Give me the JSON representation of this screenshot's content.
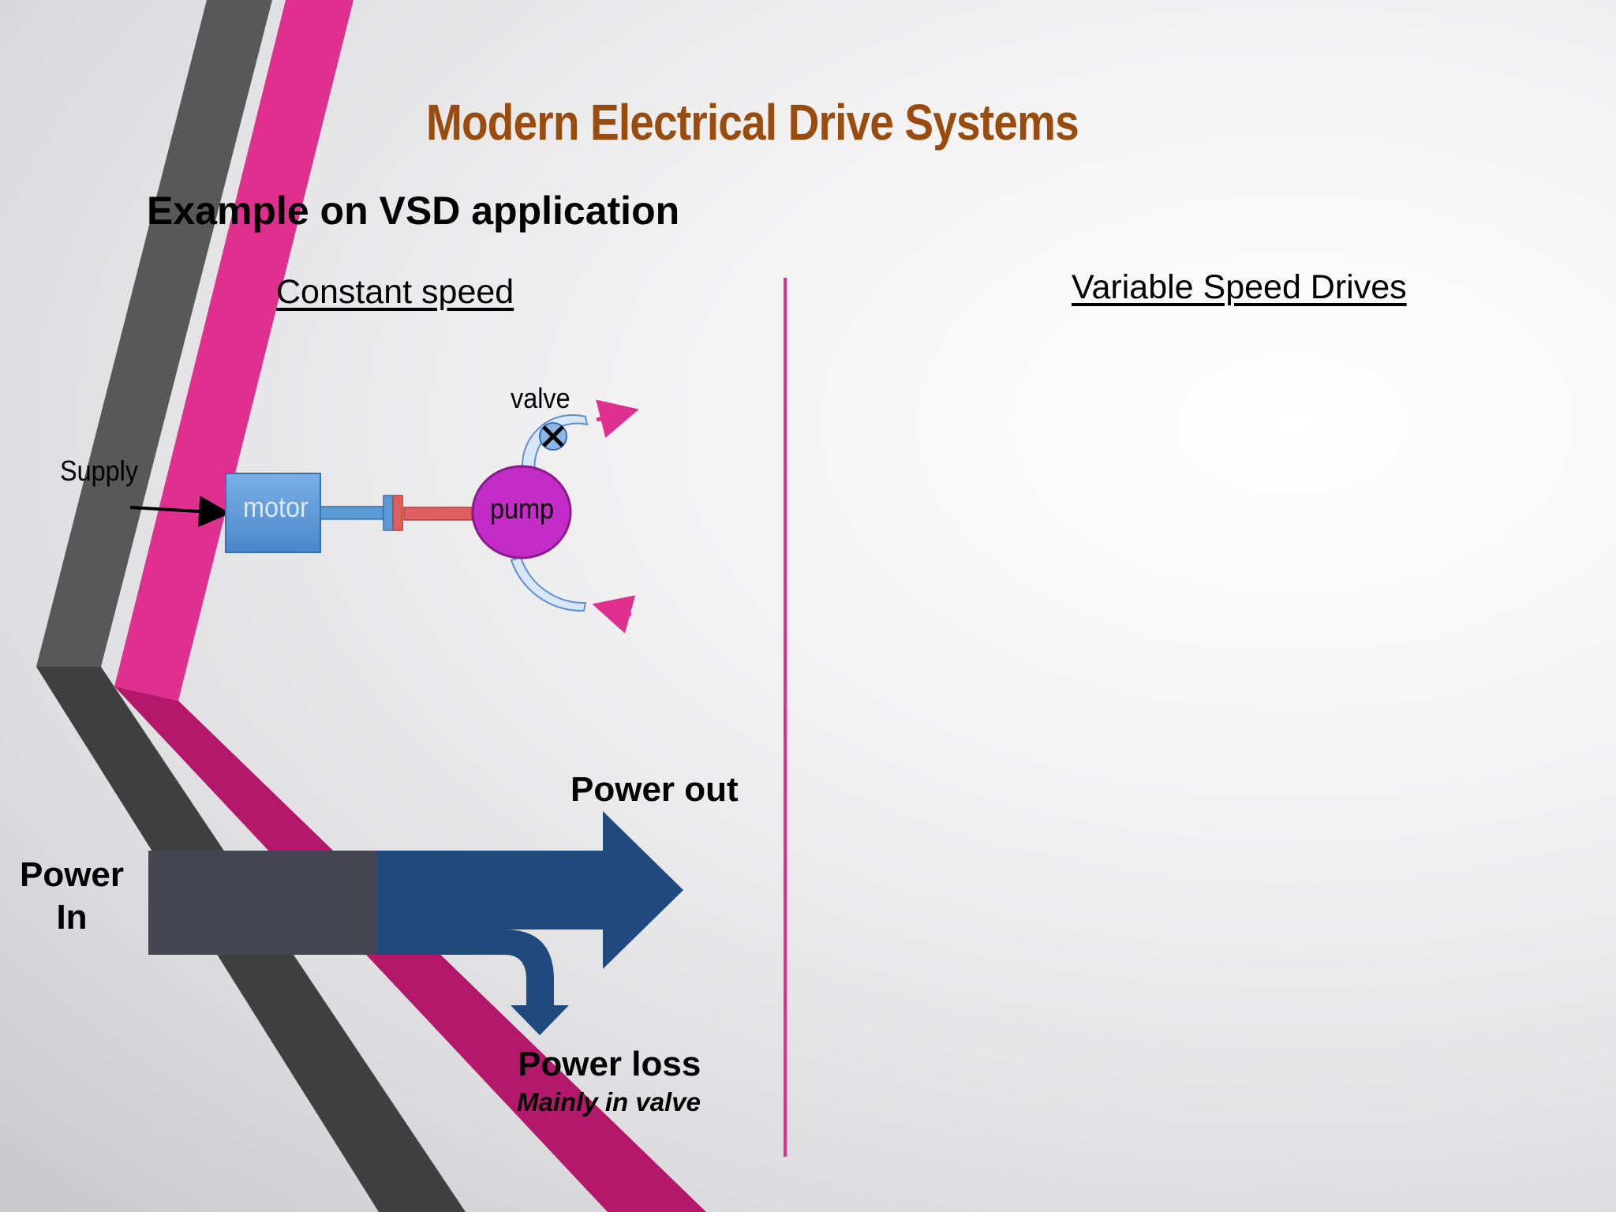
{
  "slide": {
    "title": "Modern Electrical Drive Systems",
    "subtitle": "Example on VSD application",
    "left_heading": "Constant speed",
    "right_heading": "Variable Speed Drives"
  },
  "diagram": {
    "supply_label": "Supply",
    "motor_label": "motor",
    "pump_label": "pump",
    "valve_label": "valve"
  },
  "power_flow": {
    "power_in_line1": "Power",
    "power_in_line2": "In",
    "power_out": "Power out",
    "power_loss": "Power loss",
    "power_loss_note": "Mainly in valve"
  },
  "colors": {
    "title": "#9a4c0e",
    "accent_pink": "#e0308f",
    "dark_band": "#585858",
    "arrow_blue": "#204a7d",
    "pump_purple": "#c42cc7",
    "motor_blue": "#5b9bd5",
    "shaft_red": "#e06060"
  }
}
